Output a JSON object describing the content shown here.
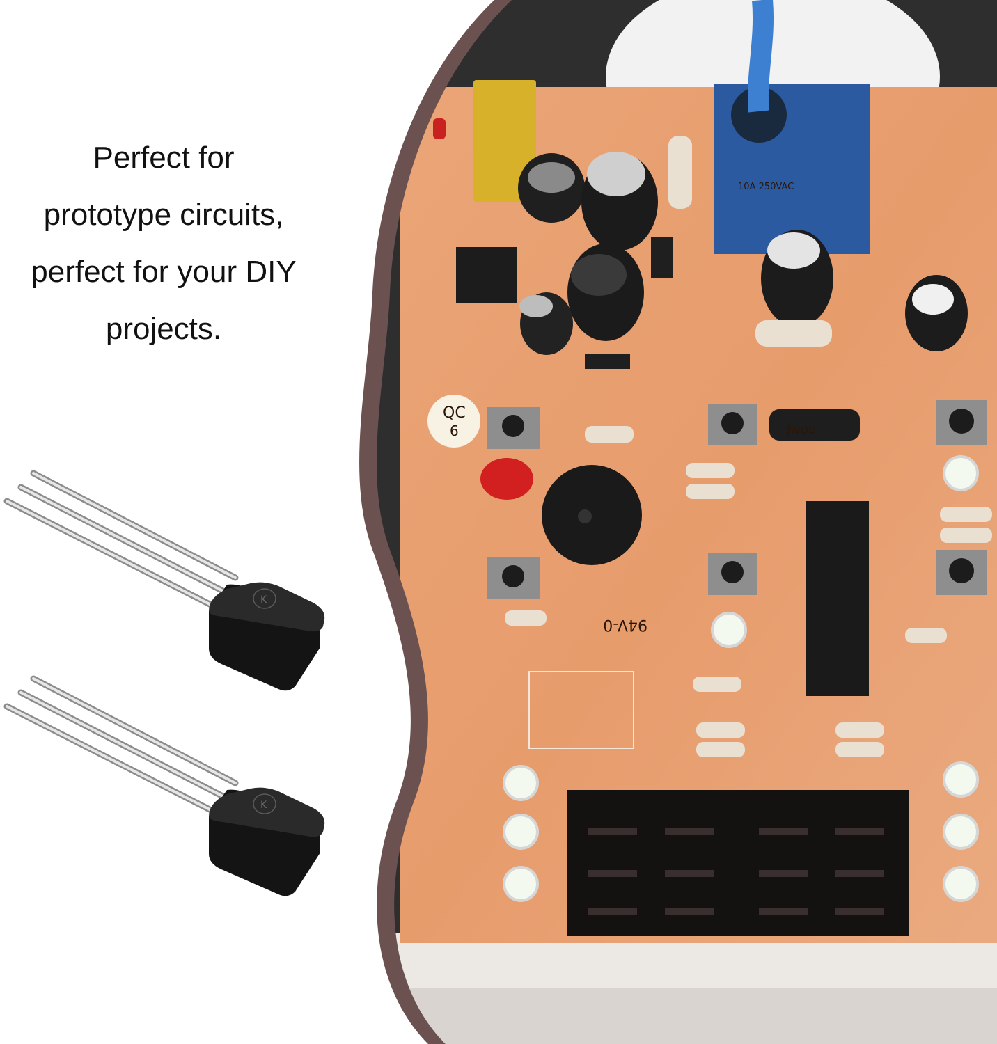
{
  "caption": {
    "lines": [
      "Perfect for",
      "prototype circuits,",
      "perfect for your DIY",
      "projects."
    ]
  },
  "colors": {
    "background": "#ffffff",
    "border": "#6b5250",
    "pcb": "#e8a074"
  },
  "icons": {
    "transistor_top": "to92-transistor-icon",
    "transistor_bottom": "to92-transistor-icon"
  },
  "pcb_labels": {
    "qc_sticker_top": "QC",
    "qc_sticker_bottom": "6",
    "rating": "94V-0",
    "relay": "10A 250VAC",
    "capacitor_brand": "Jwoo"
  }
}
